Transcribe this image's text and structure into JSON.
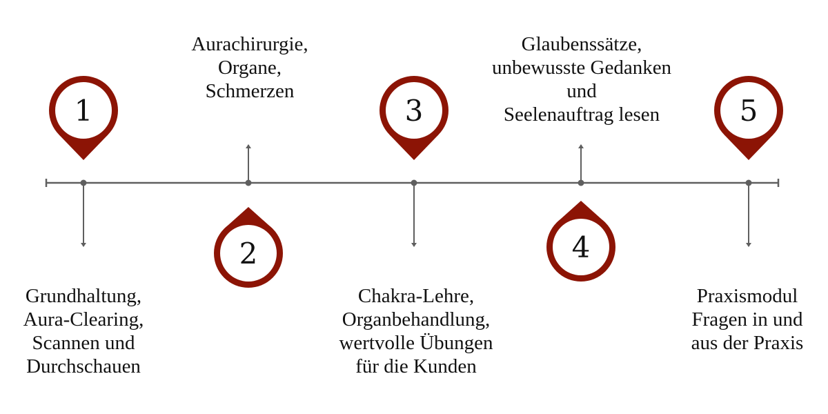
{
  "colors": {
    "pin": "#8c1405",
    "line": "#5f5f5f"
  },
  "steps": [
    {
      "number": "1",
      "lines": [
        "Grundhaltung,",
        "Aura-Clearing,",
        "Scannen und",
        "Durchschauen"
      ]
    },
    {
      "number": "2",
      "lines": [
        "Aurachirurgie,",
        "Organe,",
        "Schmerzen"
      ]
    },
    {
      "number": "3",
      "lines": [
        "Chakra-Lehre,",
        "Organbehandlung,",
        "wertvolle Übungen",
        "für die Kunden"
      ]
    },
    {
      "number": "4",
      "lines": [
        "Glaubenssätze,",
        "unbewusste Gedanken",
        "und",
        "Seelenauftrag lesen"
      ]
    },
    {
      "number": "5",
      "lines": [
        "Praxismodul",
        "Fragen in und",
        "aus der Praxis"
      ]
    }
  ]
}
